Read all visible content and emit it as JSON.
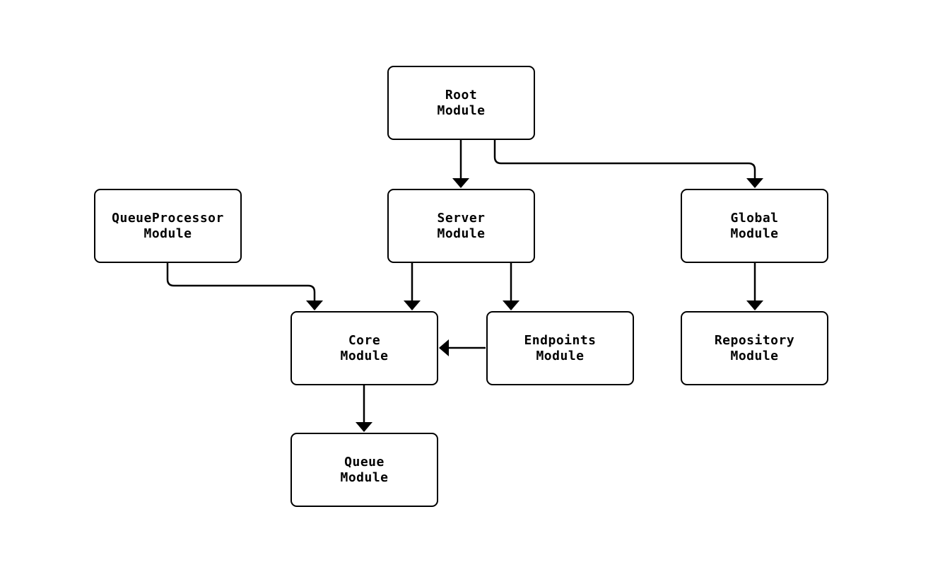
{
  "diagram": {
    "type": "module-dependency-flowchart",
    "background_color": "#ffffff",
    "node_fill": "#ffffff",
    "node_border_color": "#000000",
    "edge_color": "#000000",
    "text_color": "#000000",
    "nodes": [
      {
        "id": "root",
        "label": "Root\nModule"
      },
      {
        "id": "queueprocessor",
        "label": "QueueProcessor\nModule"
      },
      {
        "id": "server",
        "label": "Server\nModule"
      },
      {
        "id": "global",
        "label": "Global\nModule"
      },
      {
        "id": "core",
        "label": "Core\nModule"
      },
      {
        "id": "endpoints",
        "label": "Endpoints\nModule"
      },
      {
        "id": "repository",
        "label": "Repository\nModule"
      },
      {
        "id": "queue",
        "label": "Queue\nModule"
      }
    ],
    "edges": [
      {
        "from": "root",
        "to": "server"
      },
      {
        "from": "root",
        "to": "global"
      },
      {
        "from": "queueprocessor",
        "to": "core"
      },
      {
        "from": "server",
        "to": "core"
      },
      {
        "from": "server",
        "to": "endpoints"
      },
      {
        "from": "endpoints",
        "to": "core"
      },
      {
        "from": "global",
        "to": "repository"
      },
      {
        "from": "core",
        "to": "queue"
      }
    ]
  }
}
